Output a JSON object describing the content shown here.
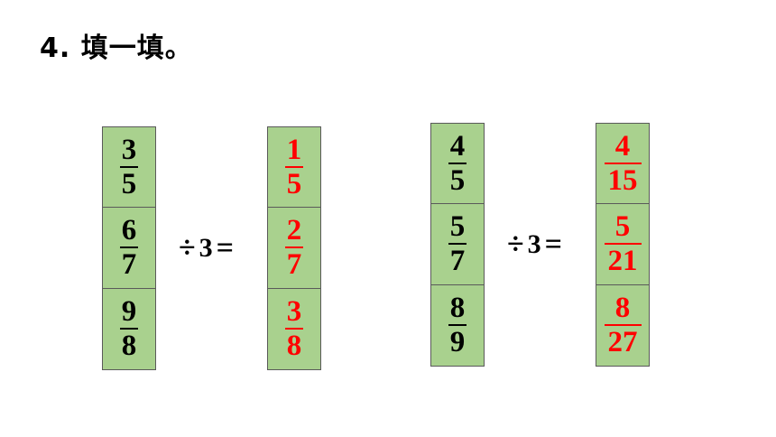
{
  "heading": "4. 填一填。",
  "operator": {
    "divide": "÷",
    "divisor": "3",
    "equals": "="
  },
  "groups": [
    {
      "left": [
        {
          "num": "3",
          "den": "5"
        },
        {
          "num": "6",
          "den": "7"
        },
        {
          "num": "9",
          "den": "8"
        }
      ],
      "right": [
        {
          "num": "1",
          "den": "5"
        },
        {
          "num": "2",
          "den": "7"
        },
        {
          "num": "3",
          "den": "8"
        }
      ]
    },
    {
      "left": [
        {
          "num": "4",
          "den": "5"
        },
        {
          "num": "5",
          "den": "7"
        },
        {
          "num": "8",
          "den": "9"
        }
      ],
      "right": [
        {
          "num": "4",
          "den": "15"
        },
        {
          "num": "5",
          "den": "21"
        },
        {
          "num": "8",
          "den": "27"
        }
      ]
    }
  ],
  "colors": {
    "cell_fill": "#a9d18e",
    "answer_text": "#ff0000",
    "given_text": "#000000"
  }
}
